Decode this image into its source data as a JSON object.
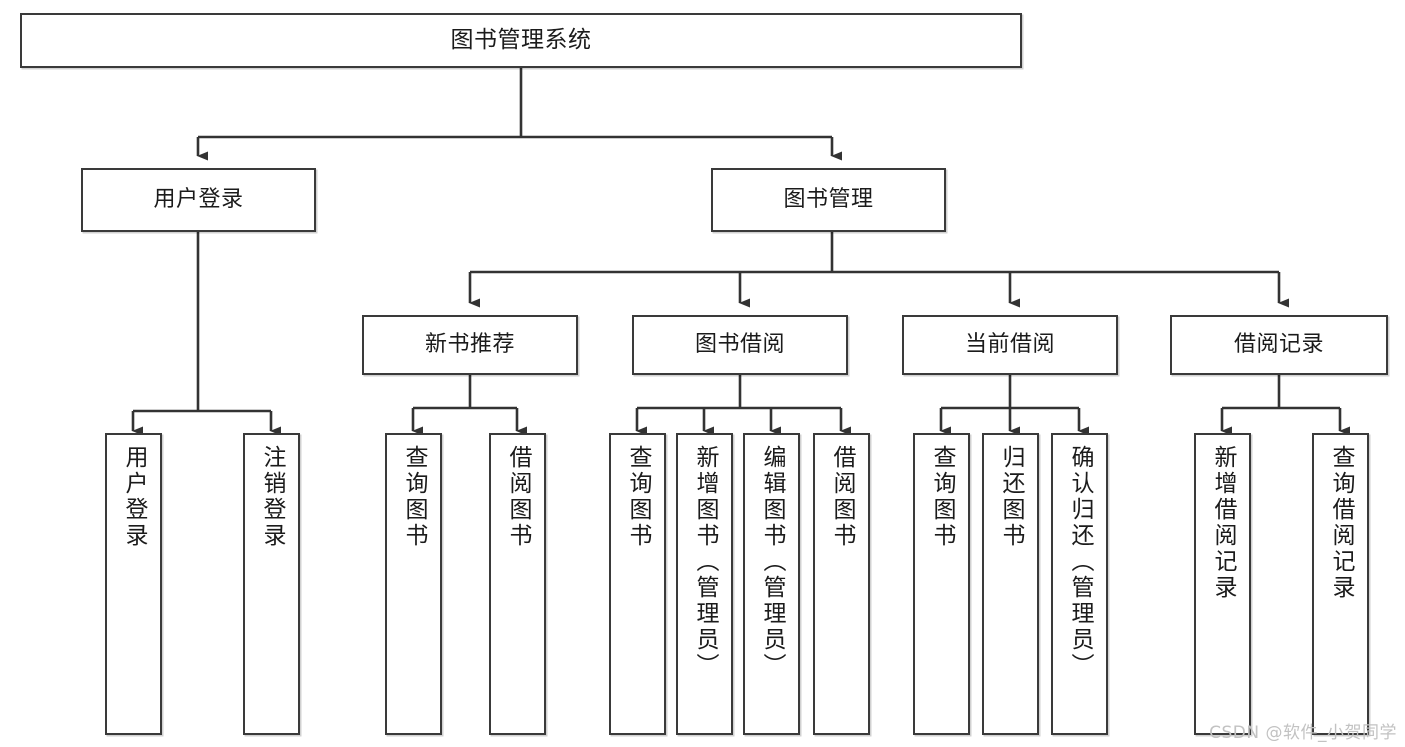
{
  "diagram": {
    "type": "tree",
    "title": "图书管理系统",
    "watermark": "CSDN @软件_小贺同学",
    "colors": {
      "box_border": "#3a3a3a",
      "box_fill": "#ffffff",
      "line": "#333333",
      "text": "#1b1b1b",
      "watermark": "#c2c2c2"
    },
    "nodes": {
      "root": {
        "label": "图书管理系统"
      },
      "level2": [
        {
          "label": "用户登录"
        },
        {
          "label": "图书管理"
        }
      ],
      "level3": [
        {
          "label": "新书推荐"
        },
        {
          "label": "图书借阅"
        },
        {
          "label": "当前借阅"
        },
        {
          "label": "借阅记录"
        }
      ],
      "leaves": {
        "user_login": [
          {
            "label": "用户登录"
          },
          {
            "label": "注销登录"
          }
        ],
        "new_book": [
          {
            "label": "查询图书"
          },
          {
            "label": "借阅图书"
          }
        ],
        "book_borrow": [
          {
            "label": "查询图书"
          },
          {
            "label": "新增图书（管理员）"
          },
          {
            "label": "编辑图书（管理员）"
          },
          {
            "label": "借阅图书"
          }
        ],
        "current_borrow": [
          {
            "label": "查询图书"
          },
          {
            "label": "归还图书"
          },
          {
            "label": "确认归还（管理员）"
          }
        ],
        "borrow_record": [
          {
            "label": "新增借阅记录"
          },
          {
            "label": "查询借阅记录"
          }
        ]
      }
    }
  }
}
